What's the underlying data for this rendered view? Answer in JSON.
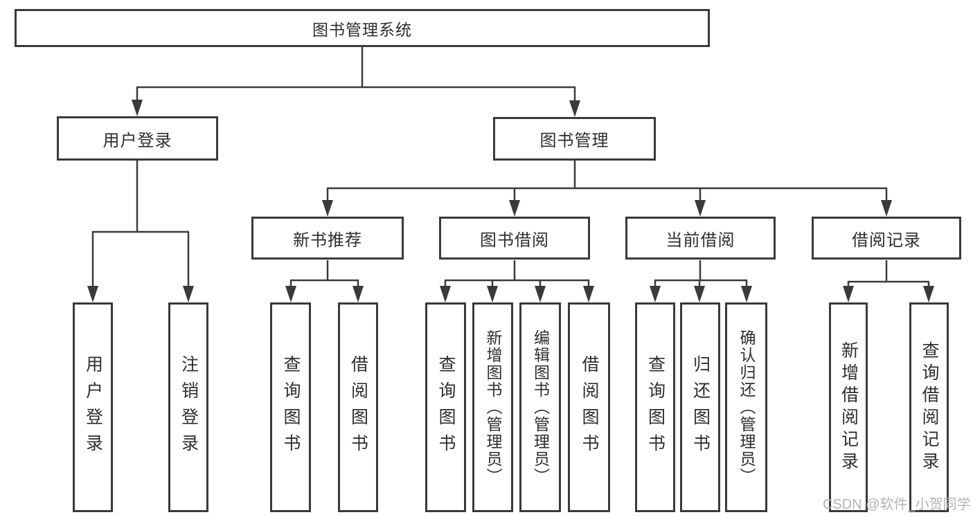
{
  "tree": {
    "label": "图书管理系统",
    "children": [
      {
        "label": "用户登录",
        "children": [
          {
            "label": "用户登录"
          },
          {
            "label": "注销登录"
          }
        ]
      },
      {
        "label": "图书管理",
        "children": [
          {
            "label": "新书推荐",
            "children": [
              {
                "label": "查询图书"
              },
              {
                "label": "借阅图书"
              }
            ]
          },
          {
            "label": "图书借阅",
            "children": [
              {
                "label": "查询图书"
              },
              {
                "label": "新增图书（管理员）"
              },
              {
                "label": "编辑图书（管理员）"
              },
              {
                "label": "借阅图书"
              }
            ]
          },
          {
            "label": "当前借阅",
            "children": [
              {
                "label": "查询图书"
              },
              {
                "label": "归还图书"
              },
              {
                "label": "确认归还（管理员）"
              }
            ]
          },
          {
            "label": "借阅记录",
            "children": [
              {
                "label": "新增借阅记录"
              },
              {
                "label": "查询借阅记录"
              }
            ]
          }
        ]
      }
    ]
  },
  "watermark": {
    "text": "CSDN @软件_小贺同学"
  },
  "colors": {
    "line": "#3a3a3a",
    "box_border": "#3a3a3a",
    "text": "#2e2e2e",
    "watermark": "#b4b4b4",
    "background": "#ffffff"
  }
}
